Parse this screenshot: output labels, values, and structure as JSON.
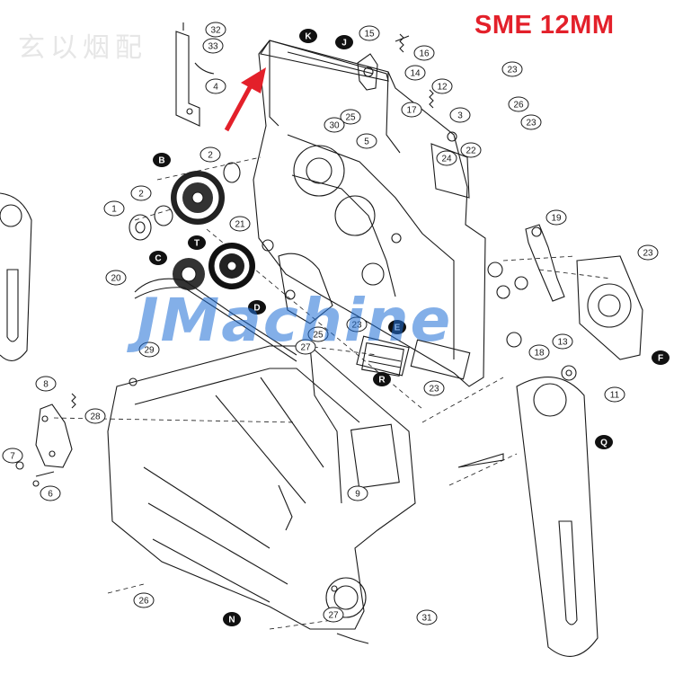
{
  "title": "SME 12MM",
  "watermark": "JM",
  "watermark_tail": "achine",
  "watermark_cjk": "玄以烟配",
  "colors": {
    "title": "#e3202a",
    "arrow": "#e3202a",
    "line": "#1a1a1a",
    "watermark": "#1f6fd6"
  },
  "part_numbers": [
    {
      "label": "32"
    },
    {
      "label": "33"
    },
    {
      "label": "4"
    },
    {
      "label": "15"
    },
    {
      "label": "16"
    },
    {
      "label": "14"
    },
    {
      "label": "12"
    },
    {
      "label": "23"
    },
    {
      "label": "17"
    },
    {
      "label": "3"
    },
    {
      "label": "26"
    },
    {
      "label": "23"
    },
    {
      "label": "25"
    },
    {
      "label": "30"
    },
    {
      "label": "5"
    },
    {
      "label": "22"
    },
    {
      "label": "24"
    },
    {
      "label": "2"
    },
    {
      "label": "2"
    },
    {
      "label": "1"
    },
    {
      "label": "21"
    },
    {
      "label": "19"
    },
    {
      "label": "23"
    },
    {
      "label": "20"
    },
    {
      "label": "29"
    },
    {
      "label": "25"
    },
    {
      "label": "27"
    },
    {
      "label": "23"
    },
    {
      "label": "13"
    },
    {
      "label": "18"
    },
    {
      "label": "23"
    },
    {
      "label": "11"
    },
    {
      "label": "8"
    },
    {
      "label": "28"
    },
    {
      "label": "7"
    },
    {
      "label": "6"
    },
    {
      "label": "9"
    },
    {
      "label": "26"
    },
    {
      "label": "27"
    },
    {
      "label": "31"
    }
  ],
  "group_letters": [
    {
      "label": "K"
    },
    {
      "label": "J"
    },
    {
      "label": "B"
    },
    {
      "label": "C"
    },
    {
      "label": "T"
    },
    {
      "label": "D"
    },
    {
      "label": "E"
    },
    {
      "label": "R"
    },
    {
      "label": "F"
    },
    {
      "label": "Q"
    },
    {
      "label": "N"
    }
  ]
}
